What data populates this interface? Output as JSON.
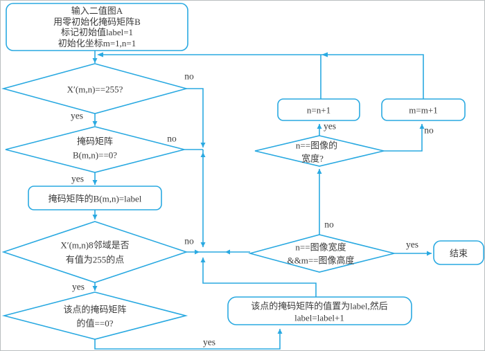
{
  "colors": {
    "line": "#29a9e1",
    "text": "#3a3a3a"
  },
  "nodes": {
    "start": {
      "lines": [
        "输入二值图A",
        "用零初始化掩码矩阵B",
        "标记初始值label=1",
        "初始化坐标m=1,n=1"
      ]
    },
    "d1": {
      "label": "X′(m,n)==255?"
    },
    "d2": {
      "lines": [
        "掩码矩阵",
        "B(m,n)==0?"
      ]
    },
    "r1": {
      "label": "掩码矩阵的B(m,n)=label"
    },
    "d3": {
      "lines": [
        "X′(m,n)8邻域是否",
        "有值为255的点"
      ]
    },
    "d4": {
      "lines": [
        "该点的掩码矩阵",
        "的值==0?"
      ]
    },
    "r2": {
      "lines": [
        "该点的掩码矩阵的值置为label,然后",
        "label=label+1"
      ]
    },
    "d5": {
      "lines": [
        "n==图像宽度",
        "&&m==图像高度"
      ]
    },
    "d6": {
      "lines": [
        "n==图像的",
        "宽度?"
      ]
    },
    "n_inc": {
      "label": "n=n+1"
    },
    "m_inc": {
      "label": "m=m+1"
    },
    "end": {
      "label": "结束"
    }
  },
  "edge_labels": {
    "d1_yes": "yes",
    "d1_no": "no",
    "d2_yes": "yes",
    "d2_no": "no",
    "d3_yes": "yes",
    "d3_no": "no",
    "d4_yes": "yes",
    "d5_yes": "yes",
    "d5_no": "no",
    "d6_yes": "yes",
    "d6_no": "no"
  }
}
